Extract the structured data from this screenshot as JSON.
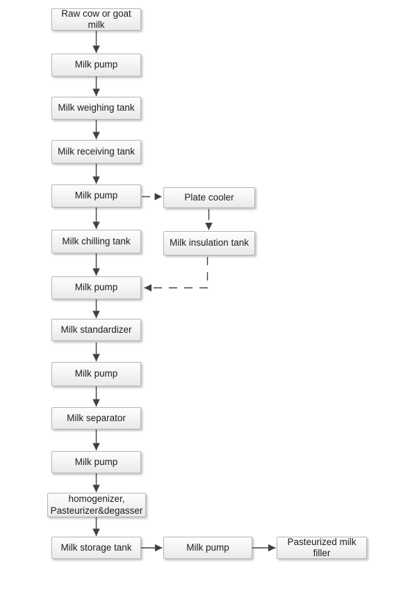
{
  "diagram": {
    "type": "flowchart",
    "colors": {
      "background": "#ffffff",
      "arrow": "#404040",
      "box_border": "#b5b5b5",
      "box_fill_top": "#fdfdfd",
      "box_fill_bottom": "#e9e9e9",
      "text": "#1c1c1c"
    },
    "nodes": [
      {
        "id": "raw-milk",
        "label": "Raw cow or goat milk"
      },
      {
        "id": "milk-pump-1",
        "label": "Milk pump"
      },
      {
        "id": "milk-weighing-tank",
        "label": "Milk weighing tank"
      },
      {
        "id": "milk-receiving-tank",
        "label": "Milk receiving tank"
      },
      {
        "id": "milk-pump-2",
        "label": "Milk pump"
      },
      {
        "id": "milk-chilling-tank",
        "label": "Milk chilling tank"
      },
      {
        "id": "milk-pump-3",
        "label": "Milk pump"
      },
      {
        "id": "milk-standardizer",
        "label": "Milk standardizer"
      },
      {
        "id": "milk-pump-4",
        "label": "Milk pump"
      },
      {
        "id": "milk-separator",
        "label": "Milk separator"
      },
      {
        "id": "milk-pump-5",
        "label": "Milk pump"
      },
      {
        "id": "homogenizer-pasteurizer-degasser",
        "label": "homogenizer, Pasteurizer&degasser"
      },
      {
        "id": "milk-storage-tank",
        "label": "Milk storage tank"
      },
      {
        "id": "plate-cooler",
        "label": "Plate cooler"
      },
      {
        "id": "milk-insulation-tank",
        "label": "Milk insulation tank"
      },
      {
        "id": "milk-pump-6",
        "label": "Milk pump"
      },
      {
        "id": "pasteurized-milk-filler",
        "label": "Pasteurized milk filler"
      }
    ],
    "edges": [
      {
        "from": "raw-milk",
        "to": "milk-pump-1",
        "style": "solid"
      },
      {
        "from": "milk-pump-1",
        "to": "milk-weighing-tank",
        "style": "solid"
      },
      {
        "from": "milk-weighing-tank",
        "to": "milk-receiving-tank",
        "style": "solid"
      },
      {
        "from": "milk-receiving-tank",
        "to": "milk-pump-2",
        "style": "solid"
      },
      {
        "from": "milk-pump-2",
        "to": "milk-chilling-tank",
        "style": "solid"
      },
      {
        "from": "milk-chilling-tank",
        "to": "milk-pump-3",
        "style": "solid"
      },
      {
        "from": "milk-pump-3",
        "to": "milk-standardizer",
        "style": "solid"
      },
      {
        "from": "milk-standardizer",
        "to": "milk-pump-4",
        "style": "solid"
      },
      {
        "from": "milk-pump-4",
        "to": "milk-separator",
        "style": "solid"
      },
      {
        "from": "milk-separator",
        "to": "milk-pump-5",
        "style": "solid"
      },
      {
        "from": "milk-pump-5",
        "to": "homogenizer-pasteurizer-degasser",
        "style": "solid"
      },
      {
        "from": "homogenizer-pasteurizer-degasser",
        "to": "milk-storage-tank",
        "style": "solid"
      },
      {
        "from": "milk-storage-tank",
        "to": "milk-pump-6",
        "style": "solid"
      },
      {
        "from": "milk-pump-6",
        "to": "pasteurized-milk-filler",
        "style": "solid"
      },
      {
        "from": "milk-pump-2",
        "to": "plate-cooler",
        "style": "dashed"
      },
      {
        "from": "plate-cooler",
        "to": "milk-insulation-tank",
        "style": "dashed"
      },
      {
        "from": "milk-insulation-tank",
        "to": "milk-pump-3",
        "style": "dashed"
      }
    ]
  }
}
